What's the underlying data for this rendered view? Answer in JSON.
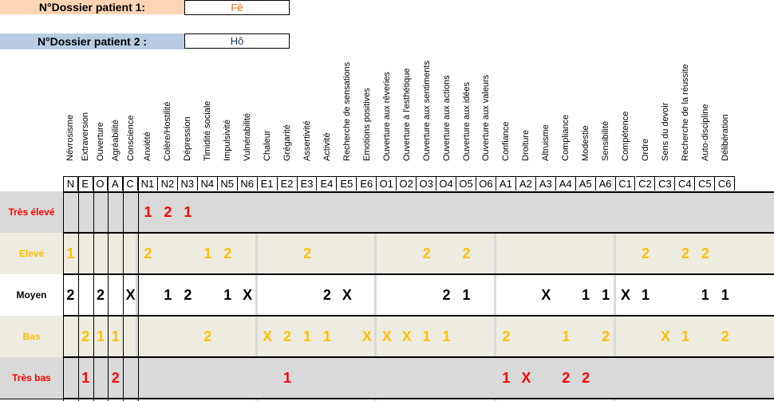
{
  "patients": {
    "p1": {
      "label": "N°Dossier patient 1:",
      "value": "Fê",
      "label_bg": "#fcd5b4",
      "value_color": "#e26b0a"
    },
    "p2": {
      "label": "N°Dossier patient 2 :",
      "value": "Hô",
      "label_bg": "#b8cce4",
      "value_color": "#1f3864"
    }
  },
  "columns": [
    {
      "code": "N",
      "name": "Névrosisme"
    },
    {
      "code": "E",
      "name": "Extraversion"
    },
    {
      "code": "O",
      "name": "Ouverture"
    },
    {
      "code": "A",
      "name": "Agréabilité"
    },
    {
      "code": "C",
      "name": "Conscience"
    },
    {
      "code": "N1",
      "name": "Anxiété"
    },
    {
      "code": "N2",
      "name": "Colère/Hostilité"
    },
    {
      "code": "N3",
      "name": "Dépression"
    },
    {
      "code": "N4",
      "name": "Timidité sociale"
    },
    {
      "code": "N5",
      "name": "Impulsivité"
    },
    {
      "code": "N6",
      "name": "Vulnérabilité"
    },
    {
      "code": "E1",
      "name": "Chaleur"
    },
    {
      "code": "E2",
      "name": "Grégarité"
    },
    {
      "code": "E3",
      "name": "Assertivité"
    },
    {
      "code": "E4",
      "name": "Activité"
    },
    {
      "code": "E5",
      "name": "Recherche de sensations"
    },
    {
      "code": "E6",
      "name": "Emotions positives"
    },
    {
      "code": "O1",
      "name": "Ouverture aux rêveries"
    },
    {
      "code": "O2",
      "name": "Ouverture à l'esthétique"
    },
    {
      "code": "O3",
      "name": "Ouverture aux sentiments"
    },
    {
      "code": "O4",
      "name": "Ouverture aux actions"
    },
    {
      "code": "O5",
      "name": "Ouverture aux idées"
    },
    {
      "code": "O6",
      "name": "Ouverture aux valeurs"
    },
    {
      "code": "A1",
      "name": "Confiance"
    },
    {
      "code": "A2",
      "name": "Droiture"
    },
    {
      "code": "A3",
      "name": "Altruisme"
    },
    {
      "code": "A4",
      "name": "Compliance"
    },
    {
      "code": "A5",
      "name": "Modestie"
    },
    {
      "code": "A6",
      "name": "Sensibilité"
    },
    {
      "code": "C1",
      "name": "Compétence"
    },
    {
      "code": "C2",
      "name": "Ordre"
    },
    {
      "code": "C3",
      "name": "Sens du devoir"
    },
    {
      "code": "C4",
      "name": "Recherche de la réussite"
    },
    {
      "code": "C5",
      "name": "Auto-discipline"
    },
    {
      "code": "C6",
      "name": "Délibération"
    }
  ],
  "rows": [
    {
      "label": "Très élevé",
      "color": "#ff0000",
      "bg": "#d9d9d9",
      "values": [
        "",
        "",
        "",
        "",
        "",
        "1",
        "2",
        "1",
        "",
        "",
        "",
        "",
        "",
        "",
        "",
        "",
        "",
        "",
        "",
        "",
        "",
        "",
        "",
        "",
        "",
        "",
        "",
        "",
        "",
        "",
        "",
        "",
        "",
        "",
        ""
      ]
    },
    {
      "label": "Elevé",
      "color": "#ffc000",
      "bg": "#eeece1",
      "values": [
        "1",
        "",
        "",
        "",
        "",
        "2",
        "",
        "",
        "1",
        "2",
        "",
        "",
        "",
        "2",
        "",
        "",
        "",
        "",
        "",
        "2",
        "",
        "2",
        "",
        "",
        "",
        "",
        "",
        "",
        "",
        "",
        "2",
        "",
        "2",
        "2",
        ""
      ]
    },
    {
      "label": "Moyen",
      "color": "#000000",
      "bg": "#ffffff",
      "values": [
        "2",
        "",
        "2",
        "",
        "X",
        "",
        "1",
        "2",
        "",
        "1",
        "X",
        "",
        "",
        "",
        "2",
        "X",
        "",
        "",
        "",
        "",
        "2",
        "1",
        "",
        "",
        "",
        "X",
        "",
        "1",
        "1",
        "X",
        "1",
        "",
        "",
        "1",
        "1"
      ]
    },
    {
      "label": "Bas",
      "color": "#ffc000",
      "bg": "#eeece1",
      "values": [
        "",
        "2",
        "1",
        "1",
        "",
        "",
        "",
        "",
        "2",
        "",
        "",
        "X",
        "2",
        "1",
        "1",
        "",
        "X",
        "X",
        "X",
        "1",
        "1",
        "",
        "",
        "2",
        "",
        "",
        "1",
        "",
        "2",
        "",
        "",
        "X",
        "1",
        "",
        "2"
      ]
    },
    {
      "label": "Très bas",
      "color": "#ff0000",
      "bg": "#d9d9d9",
      "values": [
        "",
        "1",
        "",
        "2",
        "",
        "",
        "",
        "",
        "",
        "",
        "",
        "",
        "1",
        "",
        "",
        "",
        "",
        "",
        "",
        "",
        "",
        "",
        "",
        "1",
        "X",
        "",
        "2",
        "2",
        "",
        "",
        "",
        "",
        "",
        "",
        ""
      ]
    }
  ]
}
